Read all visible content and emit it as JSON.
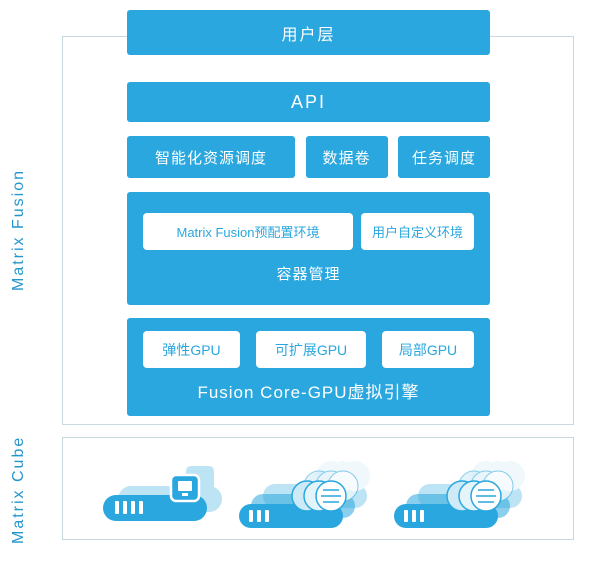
{
  "colors": {
    "accent": "#29a7de",
    "frame_border": "#c8d8e1",
    "side_label": "#2596cc"
  },
  "sidebar": {
    "fusion_label": "Matrix Fusion",
    "cube_label": "Matrix Cube"
  },
  "diagram": {
    "user_layer": "用户层",
    "api": "API",
    "scheduler_boxes": [
      "智能化资源调度",
      "数据卷",
      "任务调度"
    ],
    "container_mgmt": {
      "title": "容器管理",
      "env_boxes": [
        "Matrix Fusion预配置环境",
        "用户自定义环境"
      ]
    },
    "gpu_engine": {
      "title": "Fusion Core-GPU虚拟引擎",
      "gpu_boxes": [
        "弹性GPU",
        "可扩展GPU",
        "局部GPU"
      ]
    },
    "icons": {
      "single_server": "single-gpu-server-icon",
      "cluster_server": "gpu-server-cluster-icon"
    }
  }
}
